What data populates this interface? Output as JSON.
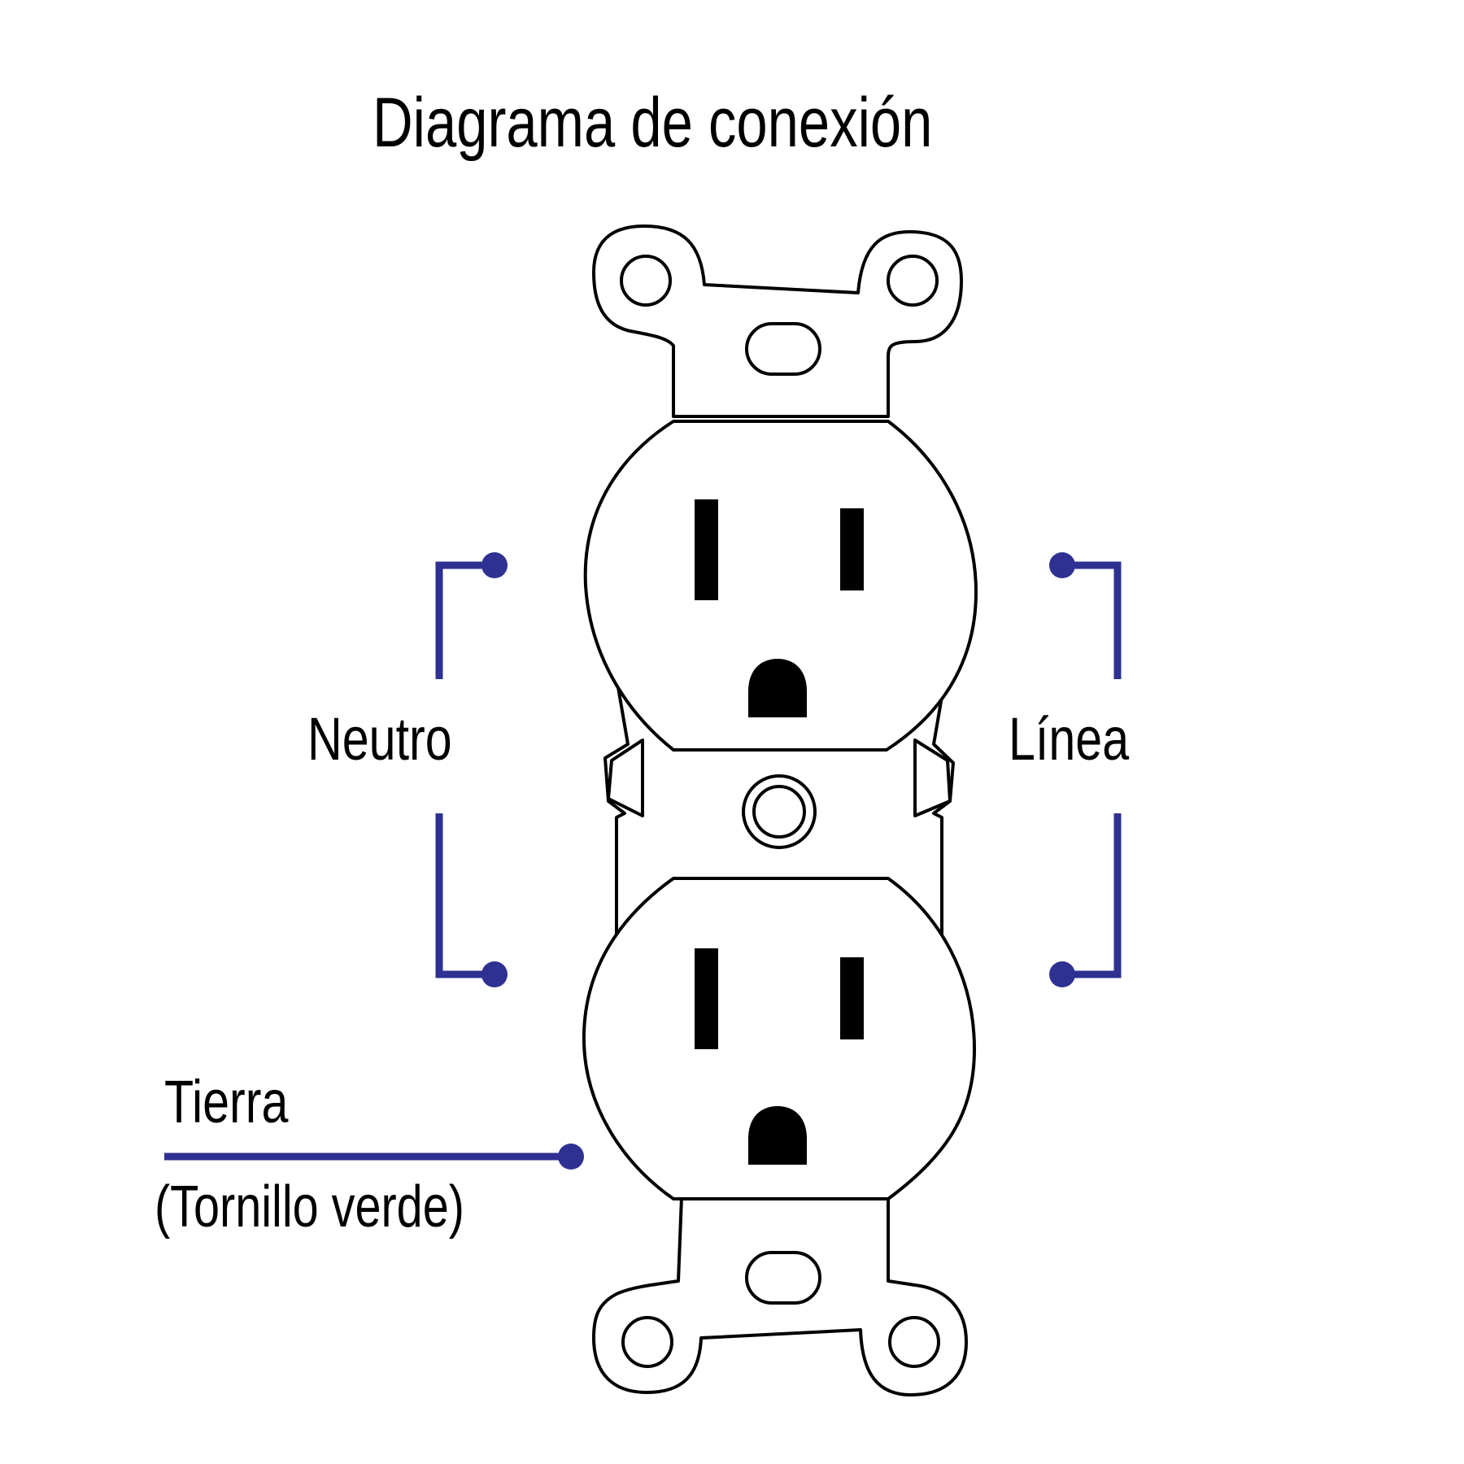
{
  "title": "Diagrama de conexión",
  "labels": {
    "neutral": "Neutro",
    "line": "Línea",
    "ground": "Tierra",
    "ground_note": "(Tornillo verde)"
  },
  "colors": {
    "outline": "#000000",
    "leader": "#2e3192",
    "background": "#ffffff"
  }
}
